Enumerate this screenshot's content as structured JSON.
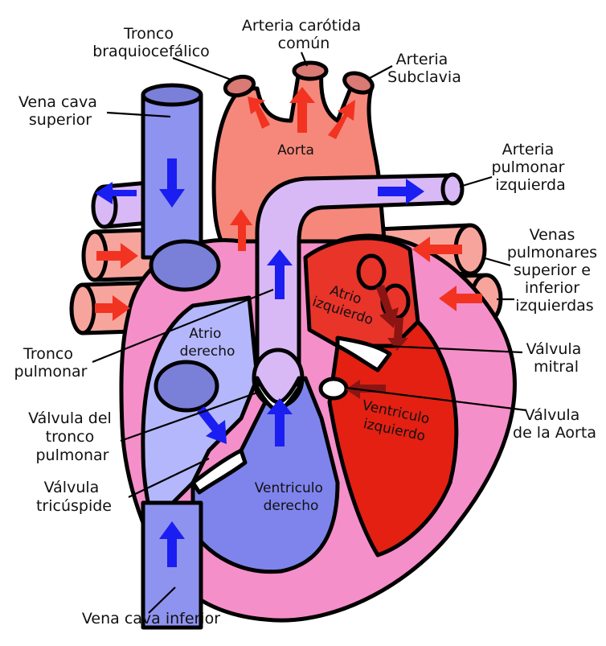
{
  "colors": {
    "vena_cava": "#8E93F0",
    "vena_cava_dark": "#7A7FD8",
    "right_atrium": "#B4B7FB",
    "right_ventricle": "#7E84EC",
    "pulmonary_trunk": "#D9B9F5",
    "aorta": "#F5887A",
    "aorta_dark": "#D97A74",
    "pulmonary_veins": "#F7A59C",
    "left_atrium": "#E9342A",
    "left_ventricle": "#E32012",
    "myocardium": "#F58FC9",
    "arrow_blue": "#1B1EF0",
    "arrow_red": "#F23322",
    "arrow_darkred": "#8A1512",
    "valve": "#FFFFFF"
  },
  "labels": {
    "tronco_braquiocefalico": [
      "Tronco",
      "braquiocefálico"
    ],
    "arteria_carotida": [
      "Arteria carótida",
      "común"
    ],
    "arteria_subclavia": [
      "Arteria",
      "Subclavia"
    ],
    "vena_cava_superior": [
      "Vena cava",
      "superior"
    ],
    "aorta": "Aorta",
    "arteria_pulmonar": [
      "Arteria",
      "pulmonar",
      "izquierda"
    ],
    "venas_pulmonares": [
      "Venas",
      "pulmonares",
      "superior e",
      "inferior",
      "izquierdas"
    ],
    "atrio_izquierdo": [
      "Atrio",
      "izquierdo"
    ],
    "atrio_derecho": [
      "Atrio",
      "derecho"
    ],
    "valvula_mitral": [
      "Válvula",
      "mitral"
    ],
    "tronco_pulmonar": [
      "Tronco",
      "pulmonar"
    ],
    "valvula_aorta": [
      "Válvula",
      "de la Aorta"
    ],
    "ventriculo_izquierdo": [
      "Ventriculo",
      "izquierdo"
    ],
    "valvula_tronco_pulmonar": [
      "Válvula del",
      "tronco",
      "pulmonar"
    ],
    "valvula_tricuspide": [
      "Válvula",
      "tricúspide"
    ],
    "ventriculo_derecho": [
      "Ventriculo",
      "derecho"
    ],
    "vena_cava_inferior": "Vena cava inferior"
  }
}
